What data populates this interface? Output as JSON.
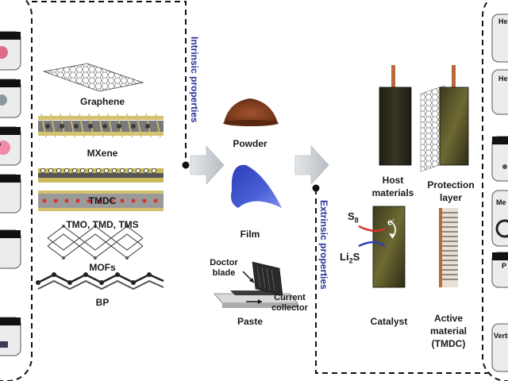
{
  "materials": {
    "graphene": "Graphene",
    "mxene": "MXene",
    "tmdc": "TMDC",
    "tmo": "TMO, TMD, TMS",
    "mofs": "MOFs",
    "bp": "BP"
  },
  "side_labels": {
    "intrinsic": "Intrinsic properties",
    "extrinsic": "Extrinsic properties"
  },
  "forms": {
    "powder": "Powder",
    "film": "Film",
    "paste": "Paste",
    "doctor_blade_1": "Doctor",
    "doctor_blade_2": "blade",
    "current_collector_1": "Current",
    "current_collector_2": "collector"
  },
  "roles": {
    "host_1": "Host",
    "host_2": "materials",
    "protection_1": "Protection",
    "protection_2": "layer",
    "catalyst": "Catalyst",
    "active_1": "Active",
    "active_2": "material",
    "active_3": "(TMDC)",
    "s8": "S",
    "s8_sub": "8",
    "li2s_a": "Li",
    "li2s_sub": "2",
    "li2s_b": "S",
    "electron": "e",
    "electron_sup": "-"
  },
  "right_panel_tabs": [
    "He",
    "He",
    "Me",
    "P",
    "Verti"
  ],
  "colors": {
    "accent_blue": "#2a2f9a",
    "box_border": "#111111",
    "arrow_fill": "#c9cdd1",
    "electrode_dark": "#2e2a1e",
    "electrode_olive": "#5d5a2c"
  }
}
